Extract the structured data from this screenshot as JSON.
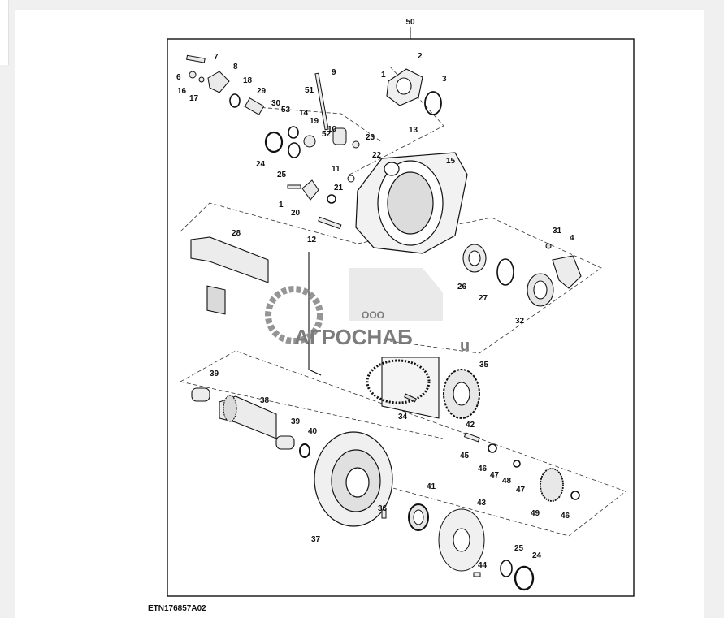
{
  "assembly_callout": "50",
  "figure_code": "ETN176857A02",
  "watermark": {
    "company_prefix": "ООО",
    "company_name": "АГРОСНАБ",
    "suffix": "u",
    "color": "#8a8a8a"
  },
  "callouts": [
    "1",
    "2",
    "3",
    "7",
    "8",
    "6",
    "16",
    "17",
    "18",
    "9",
    "51",
    "29",
    "30",
    "53",
    "14",
    "19",
    "52",
    "10",
    "23",
    "13",
    "24",
    "25",
    "22",
    "15",
    "11",
    "21",
    "1",
    "20",
    "12",
    "28",
    "31",
    "4",
    "26",
    "27",
    "32",
    "35",
    "39",
    "38",
    "34",
    "39",
    "40",
    "42",
    "45",
    "46",
    "47",
    "48",
    "47",
    "49",
    "46",
    "41",
    "43",
    "36",
    "37",
    "25",
    "24",
    "44"
  ]
}
